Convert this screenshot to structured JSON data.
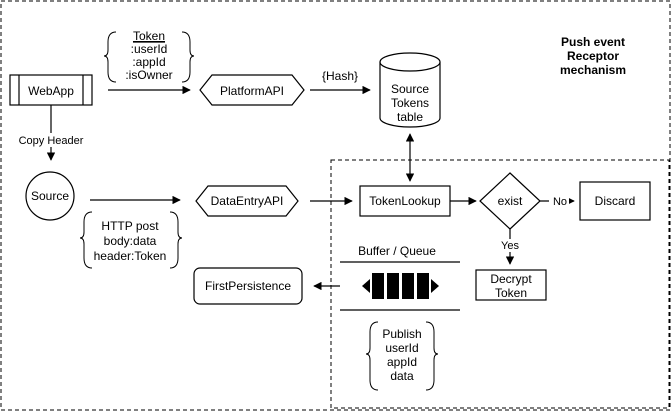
{
  "title_lines": [
    "Push event",
    "Receptor",
    "mechanism"
  ],
  "nodes": {
    "webapp": "WebApp",
    "platform_api": "PlatformAPI",
    "source_tokens_table": [
      "Source",
      "Tokens",
      "table"
    ],
    "source": "Source",
    "data_entry_api": "DataEntryAPI",
    "token_lookup": "TokenLookup",
    "exist": "exist",
    "discard": "Discard",
    "decrypt_token": [
      "Decrypt",
      "Token"
    ],
    "first_persistence": "FirstPersistence"
  },
  "notes": {
    "token": {
      "heading": "Token",
      "fields": [
        ":userId",
        ":appId",
        ":isOwner"
      ]
    },
    "hash": "{Hash}",
    "http_post": [
      "HTTP post",
      "body:data",
      "header:Token"
    ],
    "publish": [
      "Publish",
      "userId",
      "appId",
      "data"
    ],
    "buffer_queue": "Buffer / Queue"
  },
  "edge_labels": {
    "copy_header": "Copy Header",
    "no": "No",
    "yes": "Yes"
  }
}
